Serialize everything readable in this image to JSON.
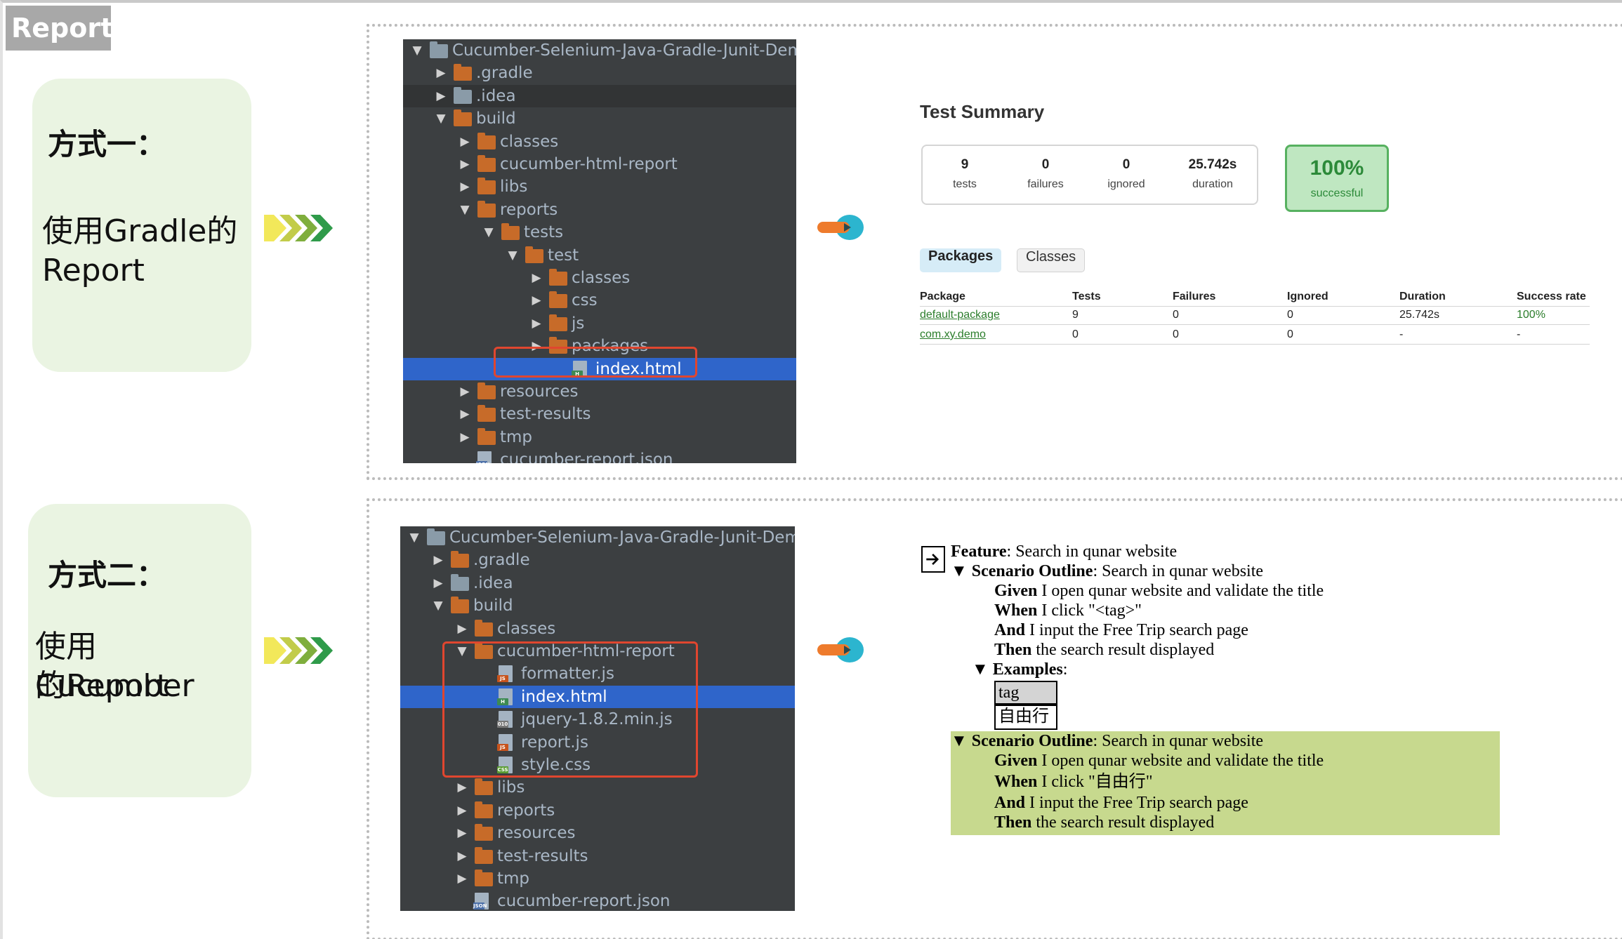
{
  "report_tag": "Report",
  "section1": {
    "title": "方式一：",
    "text_line1": "使用Gradle的",
    "text_line2": "Report",
    "tree": [
      {
        "label": "Cucumber-Selenium-Java-Gradle-Junit-Demo",
        "depth": 0,
        "toggle": "▼",
        "icon": "project-folder"
      },
      {
        "label": ".gradle",
        "depth": 1,
        "toggle": "▶",
        "icon": "folder"
      },
      {
        "label": ".idea",
        "depth": 1,
        "toggle": "▶",
        "icon": "folder-grey"
      },
      {
        "label": "build",
        "depth": 1,
        "toggle": "▼",
        "icon": "folder"
      },
      {
        "label": "classes",
        "depth": 2,
        "toggle": "▶",
        "icon": "folder"
      },
      {
        "label": "cucumber-html-report",
        "depth": 2,
        "toggle": "▶",
        "icon": "folder"
      },
      {
        "label": "libs",
        "depth": 2,
        "toggle": "▶",
        "icon": "folder"
      },
      {
        "label": "reports",
        "depth": 2,
        "toggle": "▼",
        "icon": "folder"
      },
      {
        "label": "tests",
        "depth": 3,
        "toggle": "▼",
        "icon": "folder"
      },
      {
        "label": "test",
        "depth": 4,
        "toggle": "▼",
        "icon": "folder"
      },
      {
        "label": "classes",
        "depth": 5,
        "toggle": "▶",
        "icon": "folder"
      },
      {
        "label": "css",
        "depth": 5,
        "toggle": "▶",
        "icon": "folder"
      },
      {
        "label": "js",
        "depth": 5,
        "toggle": "▶",
        "icon": "folder"
      },
      {
        "label": "packages",
        "depth": 5,
        "toggle": "▶",
        "icon": "folder"
      },
      {
        "label": "index.html",
        "depth": 6,
        "toggle": "",
        "icon": "html-file",
        "selected": true
      },
      {
        "label": "resources",
        "depth": 2,
        "toggle": "▶",
        "icon": "folder"
      },
      {
        "label": "test-results",
        "depth": 2,
        "toggle": "▶",
        "icon": "folder"
      },
      {
        "label": "tmp",
        "depth": 2,
        "toggle": "▶",
        "icon": "folder"
      },
      {
        "label": "cucumber-report.json",
        "depth": 2,
        "toggle": "",
        "icon": "json-file"
      }
    ],
    "summary": {
      "title": "Test Summary",
      "stats": [
        {
          "value": "9",
          "label": "tests"
        },
        {
          "value": "0",
          "label": "failures"
        },
        {
          "value": "0",
          "label": "ignored"
        },
        {
          "value": "25.742s",
          "label": "duration"
        }
      ],
      "success_value": "100%",
      "success_label": "successful",
      "tabs": [
        "Packages",
        "Classes"
      ],
      "columns": [
        "Package",
        "Tests",
        "Failures",
        "Ignored",
        "Duration",
        "Success rate"
      ],
      "rows": [
        [
          "default-package",
          "9",
          "0",
          "0",
          "25.742s",
          "100%"
        ],
        [
          "com.xy.demo",
          "0",
          "0",
          "0",
          "-",
          "-"
        ]
      ]
    }
  },
  "section2": {
    "title": "方式二：",
    "text_line1": "使用Cucumber",
    "text_line2": "的Report",
    "tree": [
      {
        "label": "Cucumber-Selenium-Java-Gradle-Junit-Demo",
        "depth": 0,
        "toggle": "▼",
        "icon": "project-folder"
      },
      {
        "label": ".gradle",
        "depth": 1,
        "toggle": "▶",
        "icon": "folder"
      },
      {
        "label": ".idea",
        "depth": 1,
        "toggle": "▶",
        "icon": "folder-grey"
      },
      {
        "label": "build",
        "depth": 1,
        "toggle": "▼",
        "icon": "folder"
      },
      {
        "label": "classes",
        "depth": 2,
        "toggle": "▶",
        "icon": "folder"
      },
      {
        "label": "cucumber-html-report",
        "depth": 2,
        "toggle": "▼",
        "icon": "folder"
      },
      {
        "label": "formatter.js",
        "depth": 3,
        "toggle": "",
        "icon": "js-file"
      },
      {
        "label": "index.html",
        "depth": 3,
        "toggle": "",
        "icon": "html-file",
        "selected": true
      },
      {
        "label": "jquery-1.8.2.min.js",
        "depth": 3,
        "toggle": "",
        "icon": "binary-file"
      },
      {
        "label": "report.js",
        "depth": 3,
        "toggle": "",
        "icon": "js-file"
      },
      {
        "label": "style.css",
        "depth": 3,
        "toggle": "",
        "icon": "css-file"
      },
      {
        "label": "libs",
        "depth": 2,
        "toggle": "▶",
        "icon": "folder"
      },
      {
        "label": "reports",
        "depth": 2,
        "toggle": "▶",
        "icon": "folder"
      },
      {
        "label": "resources",
        "depth": 2,
        "toggle": "▶",
        "icon": "folder"
      },
      {
        "label": "test-results",
        "depth": 2,
        "toggle": "▶",
        "icon": "folder"
      },
      {
        "label": "tmp",
        "depth": 2,
        "toggle": "▶",
        "icon": "folder"
      },
      {
        "label": "cucumber-report.json",
        "depth": 2,
        "toggle": "",
        "icon": "json-file"
      }
    ],
    "cucumber": {
      "feature_kw": "Feature",
      "feature_text": ": Search in qunar website",
      "outline1_kw": "Scenario Outline",
      "outline1_text": ": Search in qunar website",
      "steps1": [
        {
          "kw": "Given",
          "text": " I open qunar website and validate the title"
        },
        {
          "kw": "When",
          "text": " I click \"<tag>\""
        },
        {
          "kw": "And",
          "text": " I input the Free Trip search page"
        },
        {
          "kw": "Then",
          "text": " the search result displayed"
        }
      ],
      "examples_kw": "Examples",
      "examples_colon": ":",
      "examples_header": "tag",
      "examples_value": "自由行",
      "outline2_kw": "Scenario Outline",
      "outline2_text": ": Search in qunar website",
      "steps2": [
        {
          "kw": "Given",
          "text": " I open qunar website and validate the title"
        },
        {
          "kw": "When",
          "text": " I click \"自由行\""
        },
        {
          "kw": "And",
          "text": " I input the Free Trip search page"
        },
        {
          "kw": "Then",
          "text": " the search result displayed"
        }
      ]
    }
  },
  "colors": {
    "card_bg": "#eaf4e2",
    "ide_bg": "#3c3f41",
    "ide_selection": "#2f65ca",
    "highlight_box": "#e0462f",
    "success_green": "#2c8a39",
    "scenario_highlight": "#c7d98e"
  }
}
